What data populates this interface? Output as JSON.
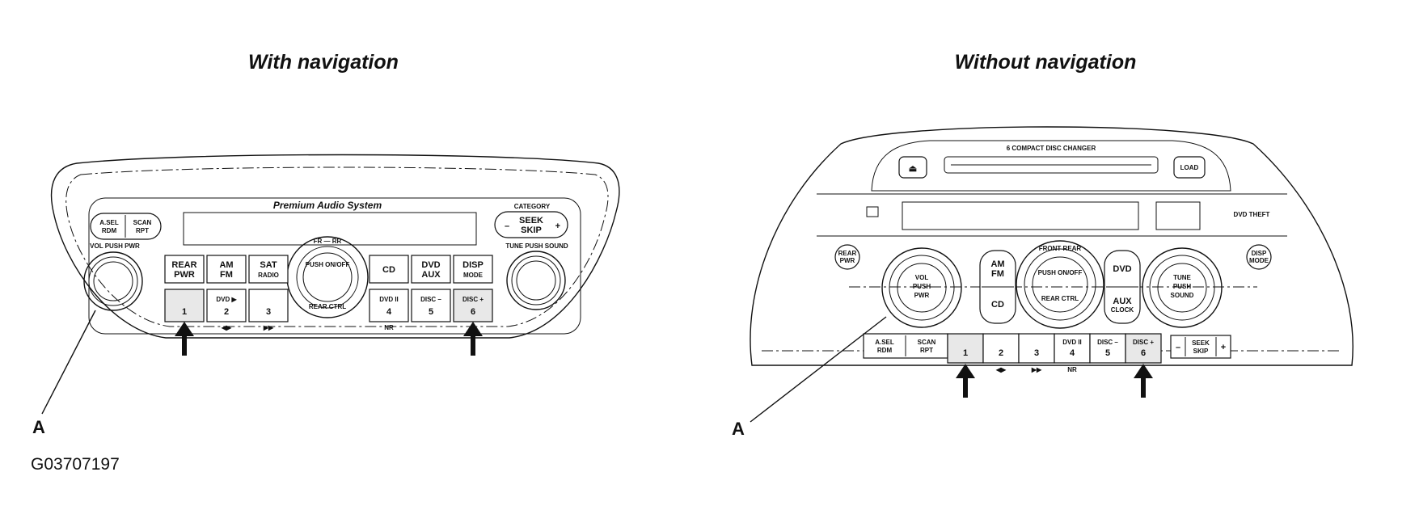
{
  "titles": {
    "with_nav": "With navigation",
    "without_nav": "Without navigation"
  },
  "callouts": {
    "left": "A",
    "right": "A"
  },
  "figure_id": "G03707197",
  "with_nav": {
    "brand": "Premium Audio System",
    "asel": [
      "A.SEL",
      "RDM"
    ],
    "scan": [
      "SCAN",
      "RPT"
    ],
    "category": "CATEGORY",
    "seek": [
      "SEEK",
      "SKIP"
    ],
    "minus": "–",
    "plus": "+",
    "vol_label": "VOL PUSH PWR",
    "tune_label": "TUNE PUSH SOUND",
    "fr_rr": "FR — RR",
    "rear_ctl": "REAR CTRL",
    "push_onoff": "PUSH ON/OFF",
    "top_buttons": [
      [
        "REAR",
        "PWR"
      ],
      [
        "AM",
        "FM"
      ],
      [
        "SAT",
        "RADIO"
      ],
      [
        "CD"
      ],
      [
        "DVD",
        "AUX"
      ],
      [
        "DISP",
        "MODE"
      ]
    ],
    "presets": [
      {
        "sub": "",
        "num": "1"
      },
      {
        "sub": "DVD ▶",
        "num": "2"
      },
      {
        "sub": "",
        "num": "3"
      },
      {
        "sub": "DVD II",
        "num": "4"
      },
      {
        "sub": "DISC –",
        "num": "5"
      },
      {
        "sub": "DISC +",
        "num": "6"
      }
    ],
    "marks": [
      "◀▶",
      "▶▶",
      "NR"
    ]
  },
  "without_nav": {
    "changer": "6 COMPACT DISC CHANGER",
    "eject": "⏏",
    "load": "LOAD",
    "small_text": "DVD THEFT",
    "rear_pwr": [
      "REAR",
      "PWR"
    ],
    "disp_mode": [
      "DISP",
      "MODE"
    ],
    "vol": [
      "VOL",
      "PUSH",
      "PWR"
    ],
    "tune": [
      "TUNE",
      "PUSH",
      "SOUND"
    ],
    "am_fm": [
      "AM",
      "FM"
    ],
    "cd": "CD",
    "dvd": "DVD",
    "aux": [
      "AUX",
      "CLOCK"
    ],
    "front_rear": "FRONT  REAR",
    "push_onoff": "PUSH ON/OFF",
    "rear_ctrl": "REAR CTRL",
    "asel": [
      "A.SEL",
      "RDM"
    ],
    "scan": [
      "SCAN",
      "RPT"
    ],
    "presets": [
      {
        "sub": "",
        "num": "1"
      },
      {
        "sub": "",
        "num": "2"
      },
      {
        "sub": "",
        "num": "3"
      },
      {
        "sub": "DVD II",
        "num": "4"
      },
      {
        "sub": "DISC –",
        "num": "5"
      },
      {
        "sub": "DISC +",
        "num": "6"
      }
    ],
    "seek": [
      "SEEK",
      "SKIP"
    ],
    "minus": "–",
    "plus": "+",
    "marks": [
      "◀▶",
      "▶▶",
      "NR"
    ]
  }
}
